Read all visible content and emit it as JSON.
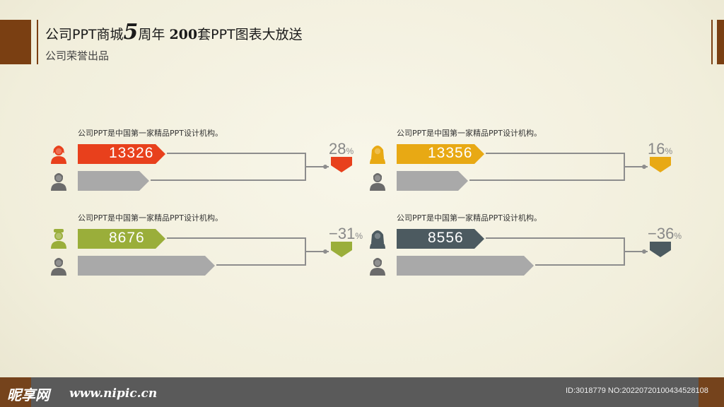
{
  "header": {
    "title_prefix": "公司PPT商城",
    "title_big": "5",
    "title_mid": "周年 ",
    "title_num": "200",
    "title_suffix": "套PPT图表大放送",
    "subtitle": "公司荣誉出品"
  },
  "panels": [
    {
      "desc": "公司PPT是中国第一家精品PPT设计机构。",
      "value": "13326",
      "percent": "28",
      "unit": "%",
      "color": "#e8401c",
      "icon_a": "woman-icon",
      "icon_b": "man-icon",
      "bar_b_len": 0.3,
      "marker": "down"
    },
    {
      "desc": "公司PPT是中国第一家精品PPT设计机构。",
      "value": "13356",
      "percent": "16",
      "unit": "%",
      "color": "#e8a914",
      "icon_a": "woman-long-hair-icon",
      "icon_b": "man-icon",
      "bar_b_len": 0.3,
      "marker": "down"
    },
    {
      "desc": "公司PPT是中国第一家精品PPT设计机构。",
      "value": "8676",
      "percent": "−31",
      "unit": "%",
      "color": "#9aae3a",
      "icon_a": "worker-icon",
      "icon_b": "man-icon",
      "bar_b_len": 0.62,
      "marker": "down"
    },
    {
      "desc": "公司PPT是中国第一家精品PPT设计机构。",
      "value": "8556",
      "percent": "−36",
      "unit": "%",
      "color": "#4c5a60",
      "icon_a": "woman-long-hair-icon",
      "icon_b": "man-icon",
      "bar_b_len": 0.62,
      "marker": "down"
    }
  ],
  "footer": {
    "logo": "昵享网",
    "site": "www.nipic.cn",
    "id_text": "ID:3018779 NO:20220720100434528108"
  }
}
